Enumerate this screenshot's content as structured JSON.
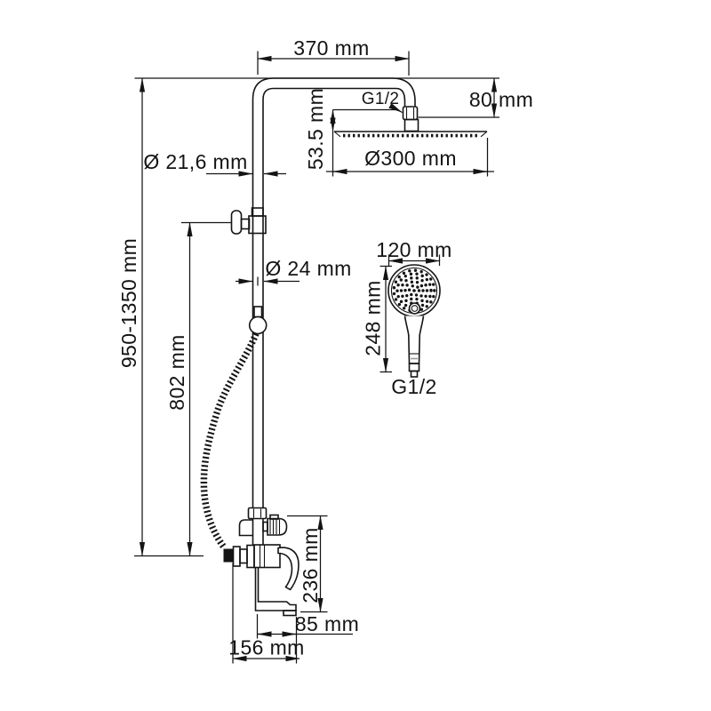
{
  "title": "Shower column technical drawing",
  "colors": {
    "line": "#141414",
    "background": "#ffffff"
  },
  "dimensions": {
    "top_arm_width": "370 mm",
    "head_drop": "80 mm",
    "head_connector_thread": "G1/2",
    "head_to_arm_height": "53.5 mm",
    "head_diameter": "Ø300 mm",
    "riser_upper_diameter": "Ø 21,6 mm",
    "overall_height": "950-1350 mm",
    "bracket_to_base_height": "802 mm",
    "riser_lower_diameter": "Ø 24 mm",
    "hand_shower_diameter": "120 mm",
    "hand_shower_length": "248 mm",
    "hand_shower_thread": "G1/2",
    "mixer_height": "236 mm",
    "spout_reach": "85 mm",
    "mixer_depth": "156 mm"
  }
}
